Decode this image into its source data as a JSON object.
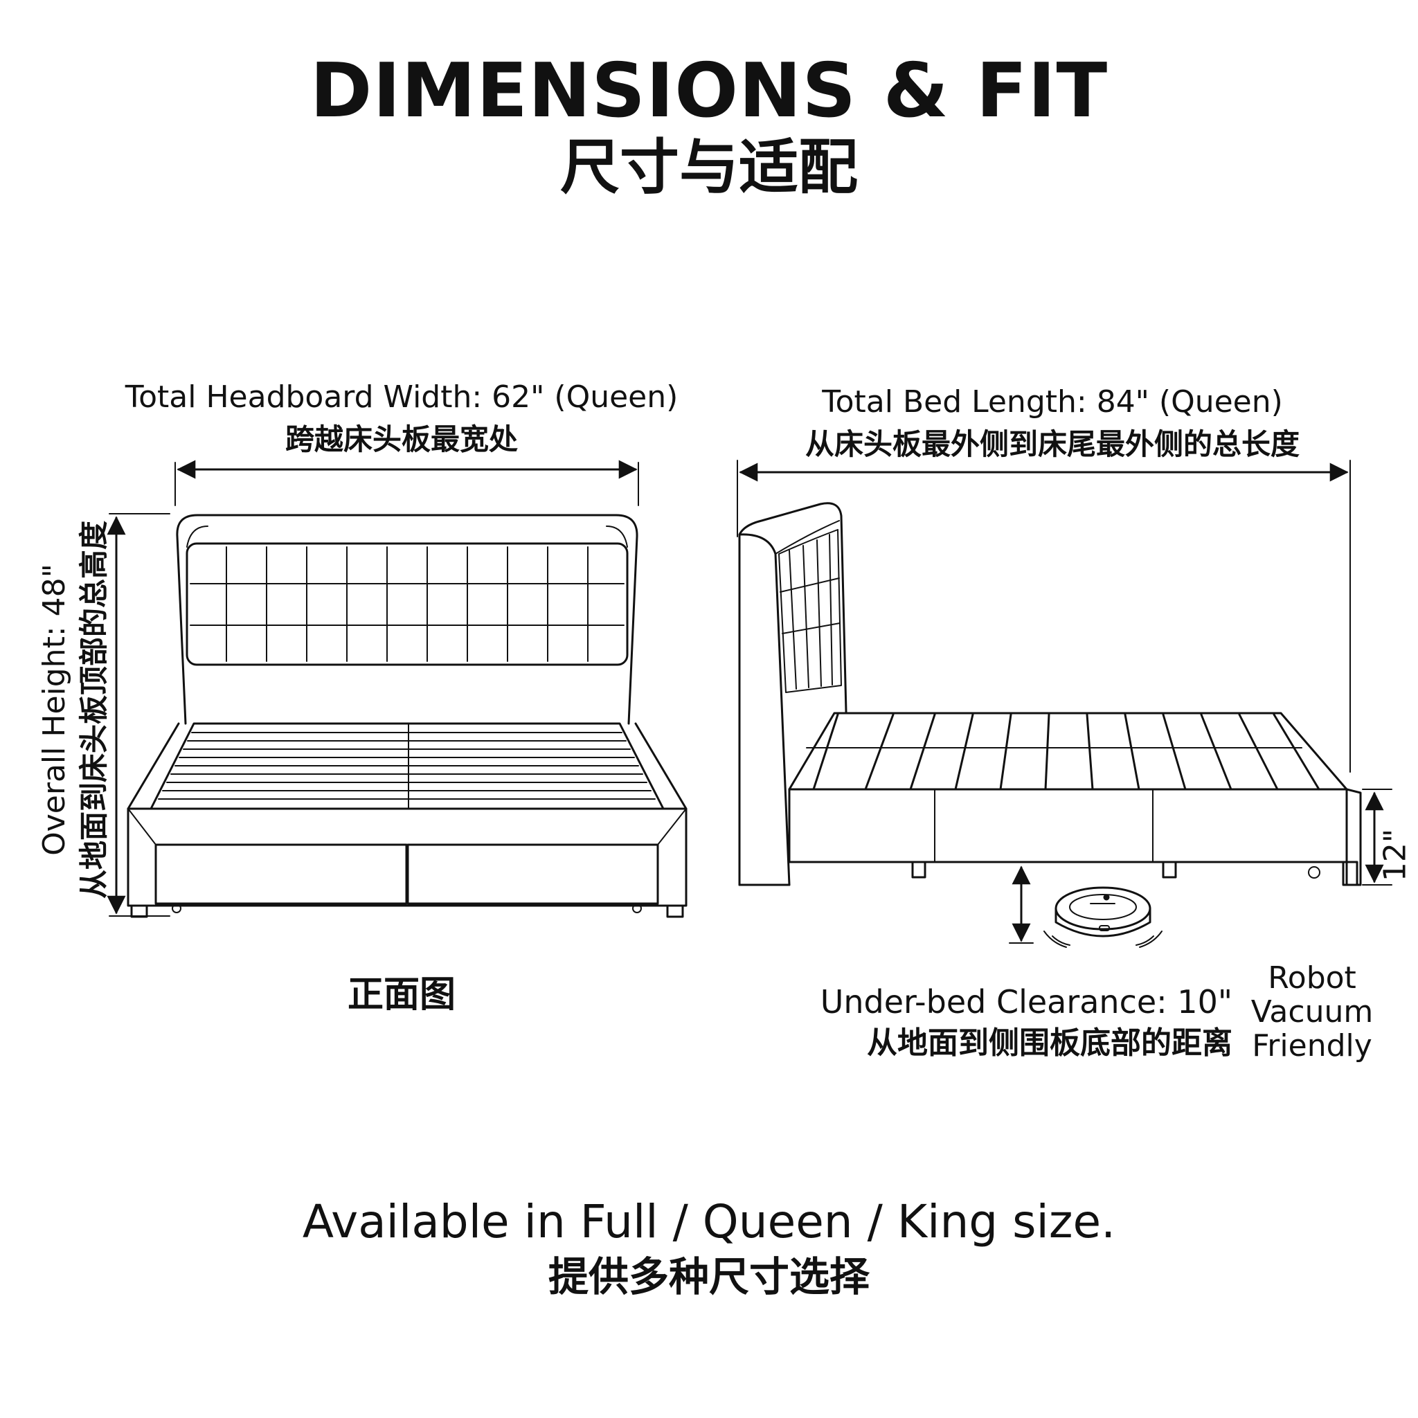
{
  "title": {
    "en": "DIMENSIONS & FIT",
    "zh": "尺寸与适配"
  },
  "headboard_width": {
    "en": "Total Headboard Width: 62\" (Queen)",
    "zh": "跨越床头板最宽处"
  },
  "bed_length": {
    "en": "Total Bed Length: 84\" (Queen)",
    "zh": "从床头板最外侧到床尾最外侧的总长度"
  },
  "overall_height": {
    "en": "Overall Height: 48\"",
    "zh": "从地面到床头板顶部的总高度"
  },
  "side_height": "12\"",
  "front_view_label": "正面图",
  "clearance": {
    "en": "Under-bed Clearance: 10\"",
    "zh": "从地面到侧围板底部的距离"
  },
  "robot_badge": [
    "Robot",
    "Vacuum",
    "Friendly"
  ],
  "availability": {
    "en": "Available in Full / Queen / King size.",
    "zh": "提供多种尺寸选择"
  }
}
